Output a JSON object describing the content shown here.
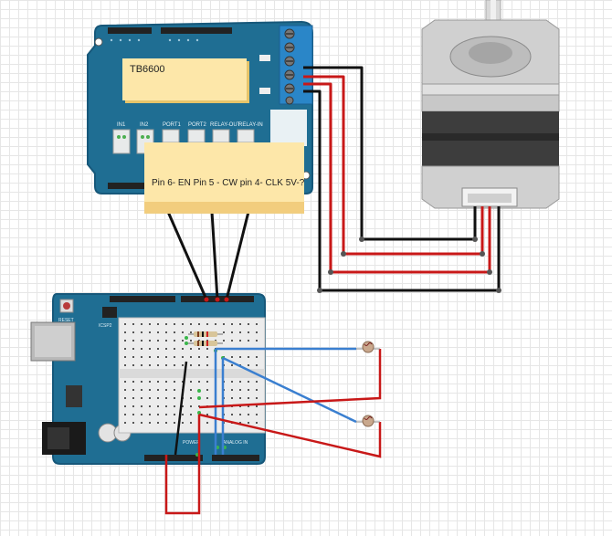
{
  "notes": {
    "driver_label": "TB6600",
    "pins_label": "Pin 6- EN Pin 5 - CW   pin 4- CLK    5V-?"
  },
  "arduino": {
    "reset_label": "RESET",
    "icsp_label": "ICSP2",
    "power_label": "POWER",
    "analog_label": "ANALOG IN"
  },
  "shield": {
    "port_labels": [
      "IN1",
      "IN2",
      "PORT1",
      "PORT2",
      "RELAY-OUT",
      "RELAY-IN"
    ]
  },
  "colors": {
    "board": "#1f6e93",
    "board_edge": "#17587a",
    "wire_red": "#c81818",
    "wire_black": "#111111",
    "wire_blue": "#3a7fd0",
    "note": "#fde7a9",
    "terminal": "#2a86c8"
  }
}
